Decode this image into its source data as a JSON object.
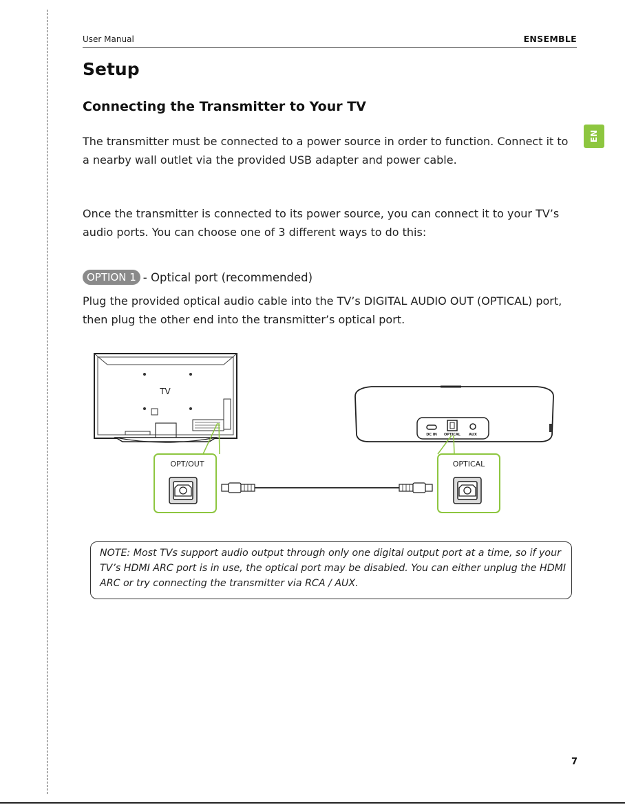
{
  "header": {
    "left": "User Manual",
    "right": "ENSEMBLE"
  },
  "language_tab": "EN",
  "title": "Setup",
  "subtitle": "Connecting the Transmitter to Your TV",
  "paragraphs": {
    "p1": "The transmitter must be connected to a power source in order to function. Connect it to a nearby wall outlet via the provided USB adapter and power cable.",
    "p2": "Once the transmitter is connected to its power source, you can connect it to your TV’s audio ports. You can choose one of 3 different ways to do this:"
  },
  "option": {
    "badge": "OPTION 1",
    "title": "- Optical port (recommended)",
    "description": "Plug the provided optical audio cable into the TV’s DIGITAL AUDIO OUT (OPTICAL) port, then plug the other end into the transmitter’s optical port."
  },
  "diagram": {
    "tv_label": "TV",
    "tv_port_label": "OPT/OUT",
    "transmitter_port_label": "OPTICAL",
    "transmitter_ports": [
      "DC IN",
      "OPTICAL",
      "AUX"
    ],
    "accent_color": "#8dc63f"
  },
  "note": "NOTE: Most TVs support audio output through only one digital output port at a time, so if your TV’s HDMI ARC port is in use, the optical port may be disabled. You can either unplug the HDMI ARC or try connecting the transmitter via RCA / AUX.",
  "page_number": "7"
}
